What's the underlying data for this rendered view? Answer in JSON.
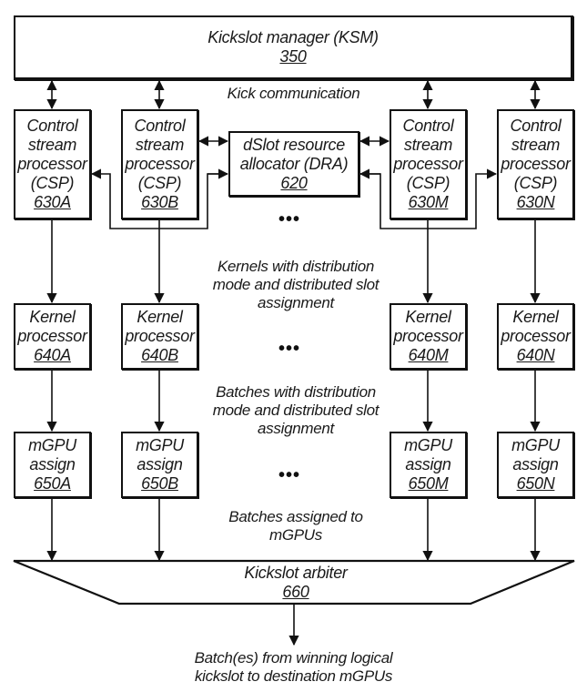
{
  "ksm": {
    "title": "Kickslot manager (KSM)",
    "ref": "350"
  },
  "kick_label": "Kick communication",
  "dra": {
    "line1": "dSlot resource",
    "line2": "allocator (DRA)",
    "ref": "620"
  },
  "csp": [
    {
      "line1": "Control",
      "line2": "stream",
      "line3": "processor",
      "line4": "(CSP)",
      "ref": "630A"
    },
    {
      "line1": "Control",
      "line2": "stream",
      "line3": "processor",
      "line4": "(CSP)",
      "ref": "630B"
    },
    {
      "line1": "Control",
      "line2": "stream",
      "line3": "processor",
      "line4": "(CSP)",
      "ref": "630M"
    },
    {
      "line1": "Control",
      "line2": "stream",
      "line3": "processor",
      "line4": "(CSP)",
      "ref": "630N"
    }
  ],
  "kernels_label": {
    "line1": "Kernels with distribution",
    "line2": "mode and distributed slot",
    "line3": "assignment"
  },
  "kernel": [
    {
      "line1": "Kernel",
      "line2": "processor",
      "ref": "640A"
    },
    {
      "line1": "Kernel",
      "line2": "processor",
      "ref": "640B"
    },
    {
      "line1": "Kernel",
      "line2": "processor",
      "ref": "640M"
    },
    {
      "line1": "Kernel",
      "line2": "processor",
      "ref": "640N"
    }
  ],
  "batches_label": {
    "line1": "Batches with distribution",
    "line2": "mode and distributed slot",
    "line3": "assignment"
  },
  "mgpu": [
    {
      "line1": "mGPU",
      "line2": "assign",
      "ref": "650A"
    },
    {
      "line1": "mGPU",
      "line2": "assign",
      "ref": "650B"
    },
    {
      "line1": "mGPU",
      "line2": "assign",
      "ref": "650M"
    },
    {
      "line1": "mGPU",
      "line2": "assign",
      "ref": "650N"
    }
  ],
  "assigned_label": {
    "line1": "Batches assigned to",
    "line2": "mGPUs"
  },
  "arbiter": {
    "title": "Kickslot arbiter",
    "ref": "660"
  },
  "output_label": {
    "line1": "Batch(es) from winning logical",
    "line2": "kickslot to destination mGPUs"
  },
  "ellipsis": "•••"
}
